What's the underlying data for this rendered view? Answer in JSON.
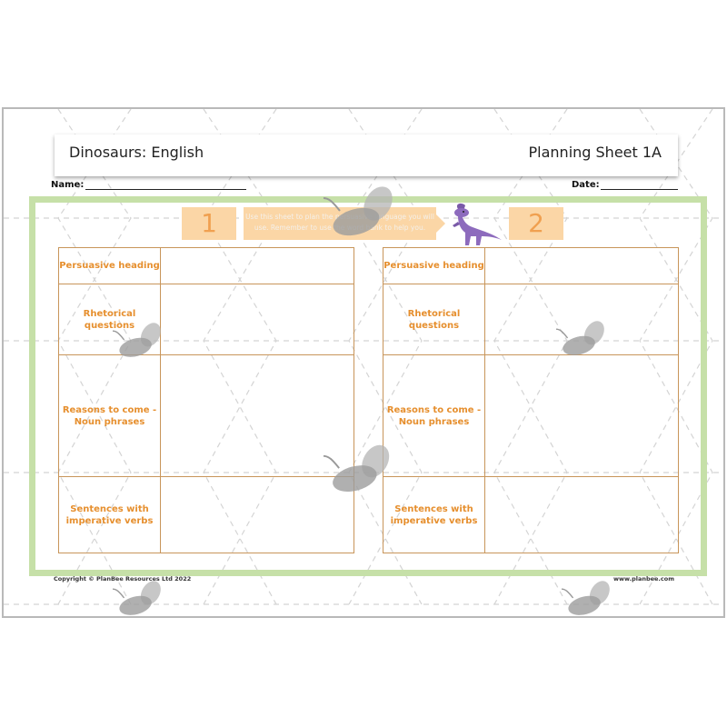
{
  "header": {
    "title": "Dinosaurs: English",
    "sheet": "Planning Sheet 1A"
  },
  "fields": {
    "name_label": "Name:",
    "date_label": "Date:"
  },
  "steps": {
    "one": "1",
    "two": "2"
  },
  "instruction": "Use this sheet to plan the persuasive language you will use. Remember to use the word bank to help you.",
  "tables": [
    {
      "rows": [
        "Persuasive heading",
        "Rhetorical questions",
        "Reasons to come - Noun phrases",
        "Sentences with imperative verbs"
      ]
    },
    {
      "rows": [
        "Persuasive heading",
        "Rhetorical questions",
        "Reasons to come - Noun phrases",
        "Sentences with imperative verbs"
      ]
    }
  ],
  "footer": {
    "copyright": "Copyright © PlanBee Resources Ltd 2022",
    "website": "www.planbee.com"
  },
  "colors": {
    "frame": "#c6e0a8",
    "label_text": "#e68f2e",
    "table_border": "#c8955a",
    "number_box": "#fbd6a6"
  },
  "icons": {
    "watermark": "bee-icon",
    "illustration": "dinosaur-icon"
  }
}
